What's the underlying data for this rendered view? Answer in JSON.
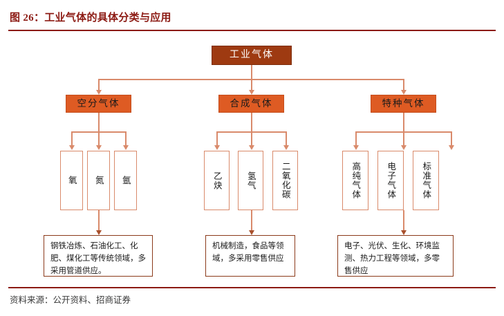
{
  "header": {
    "figure_title": "图 26：工业气体的具体分类与应用"
  },
  "footer": {
    "source": "资料来源：公开资料、招商证券"
  },
  "colors": {
    "title_red": "#8C1A13",
    "root_fill": "#9E3A11",
    "category_fill": "#DE5B23",
    "connector": "#D98A6B",
    "desc_border": "#8B3A1A"
  },
  "diagram": {
    "type": "tree",
    "root": {
      "label": "工业气体"
    },
    "branches": [
      {
        "label": "空分气体",
        "leaves": [
          {
            "label": "氧"
          },
          {
            "label": "氮"
          },
          {
            "label": "氩"
          }
        ],
        "description": "钢铁冶炼、石油化工、化肥、煤化工等传统领域，多采用管道供应。"
      },
      {
        "label": "合成气体",
        "leaves": [
          {
            "label": "乙炔"
          },
          {
            "label": "氢气"
          },
          {
            "label": "二氧化碳"
          }
        ],
        "description": "机械制造，食品等领域，多采用零售供应"
      },
      {
        "label": "特种气体",
        "leaves": [
          {
            "label": "高纯气体"
          },
          {
            "label": "电子气体"
          },
          {
            "label": "标准气体"
          }
        ],
        "description": "电子、光伏、生化、环境监测、热力工程等领域，多零售供应"
      }
    ]
  }
}
